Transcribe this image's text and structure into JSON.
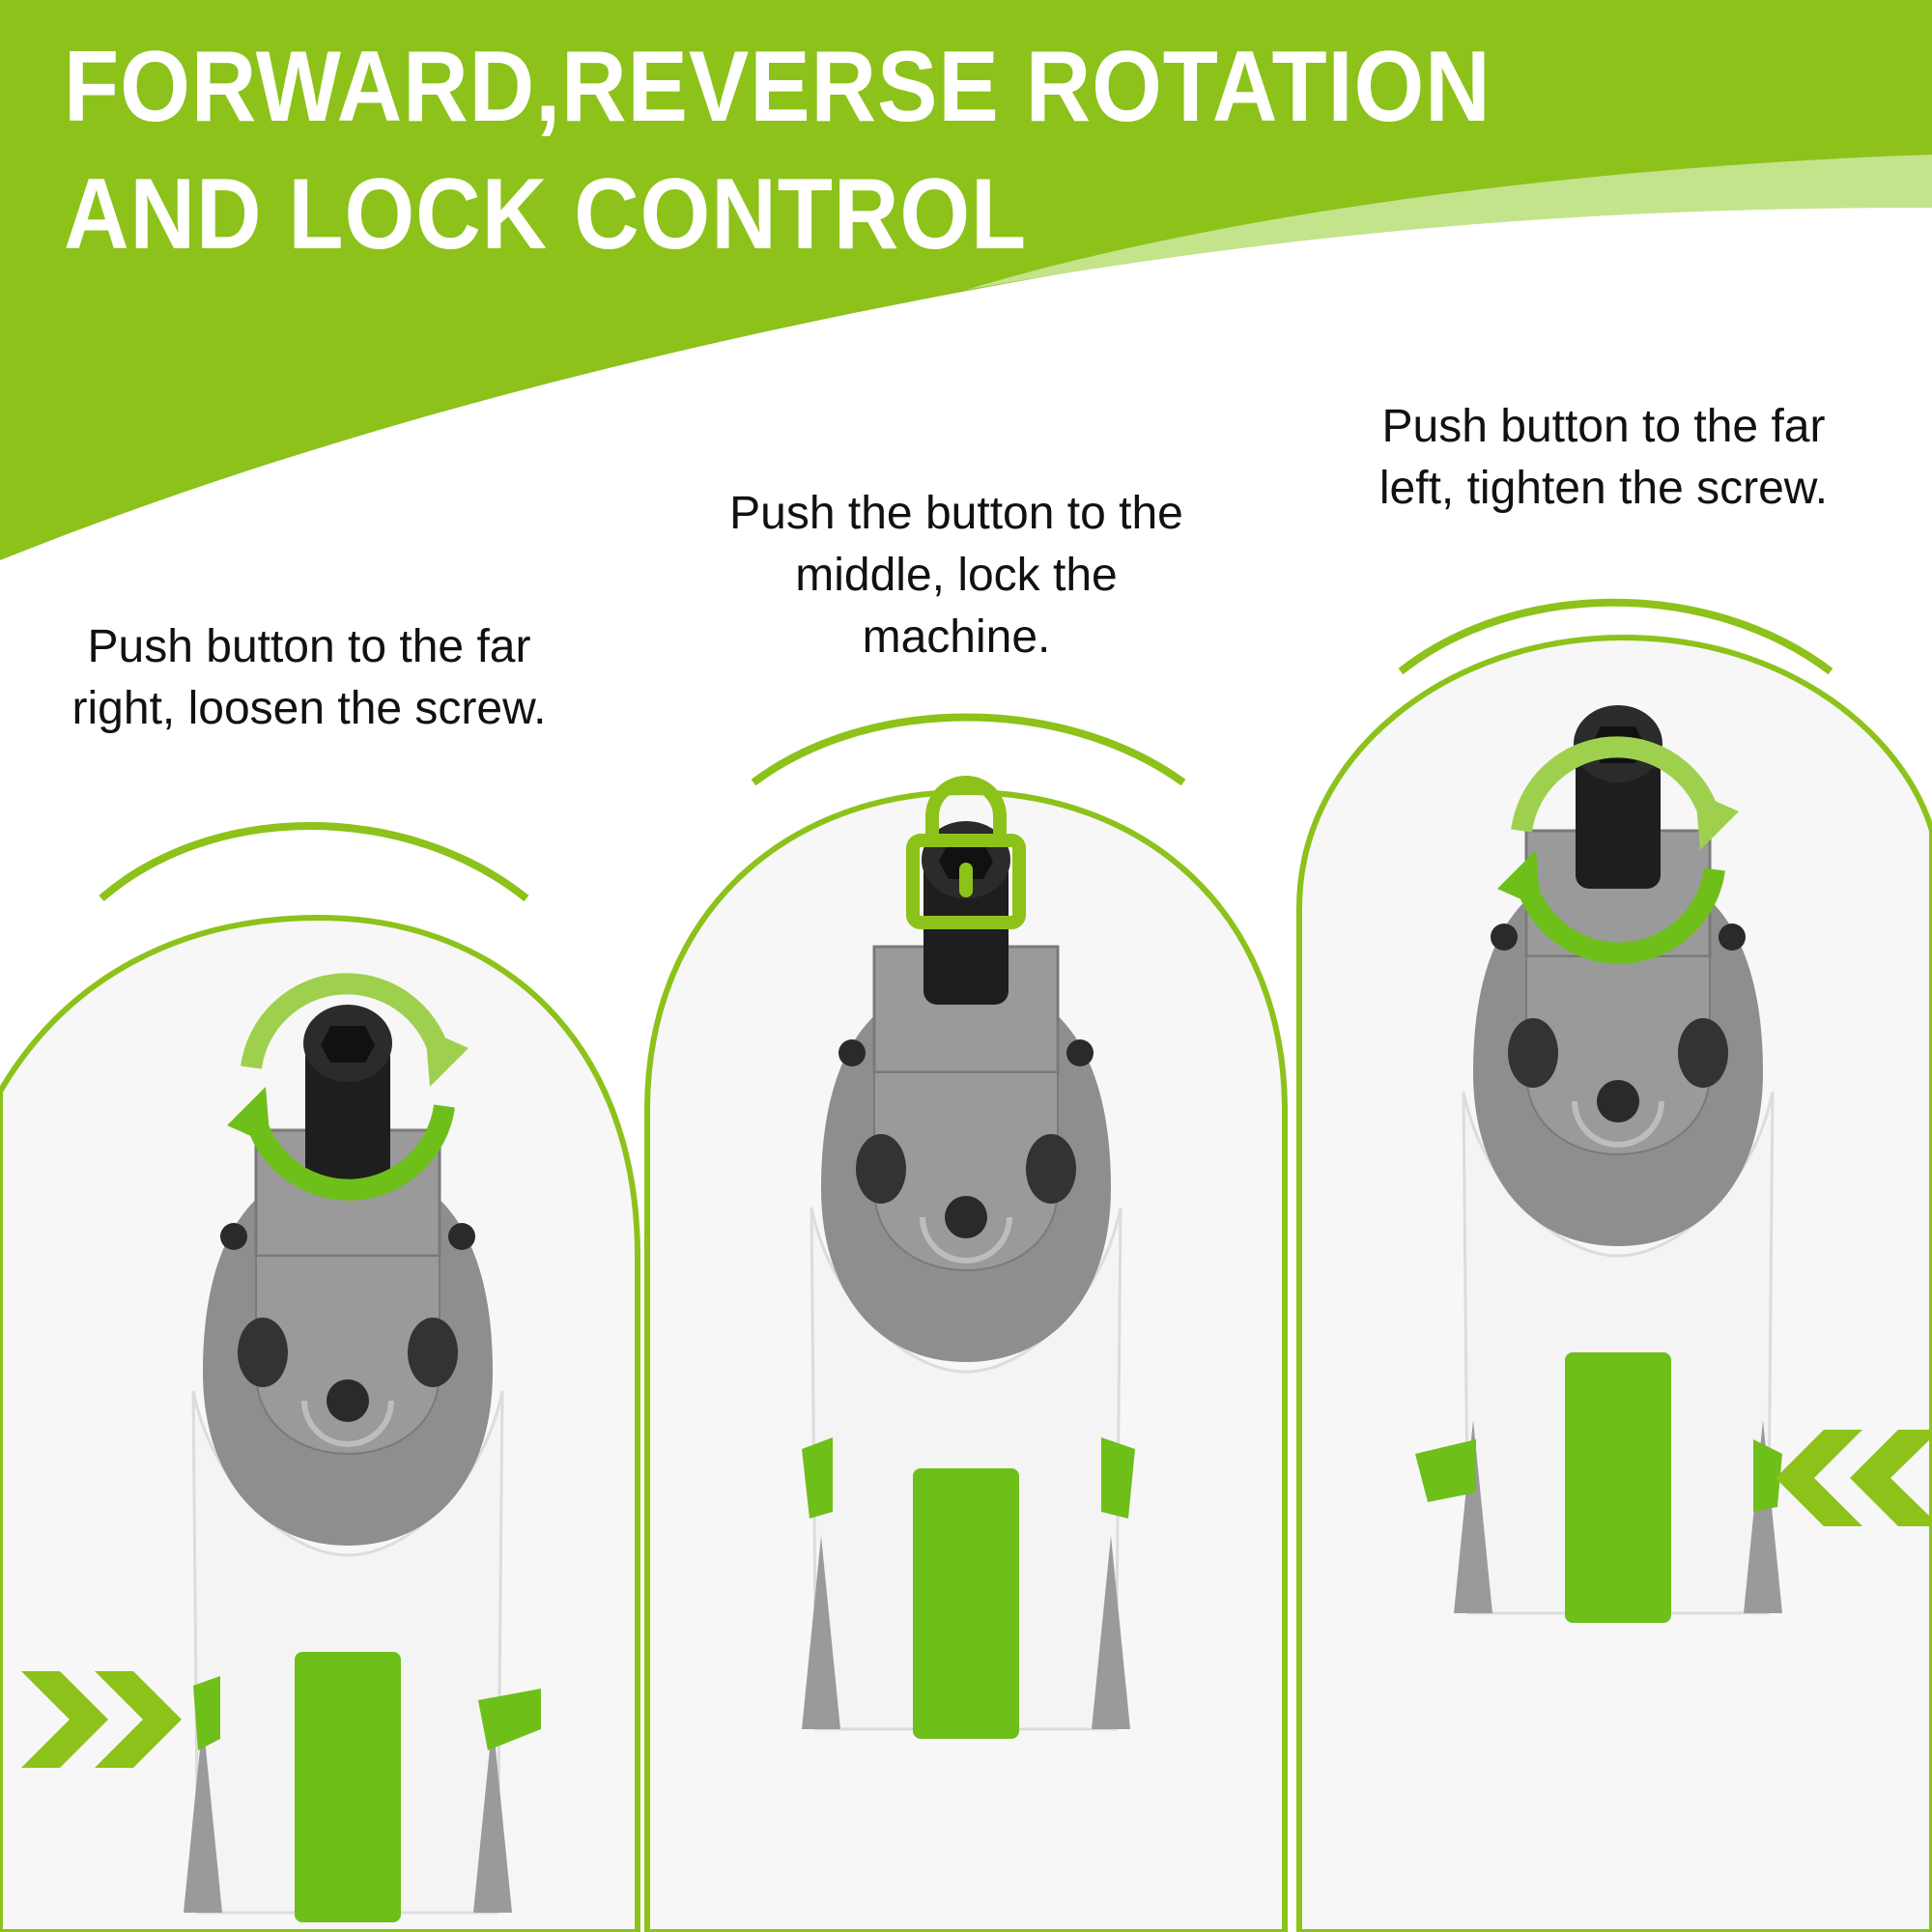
{
  "header": {
    "title_line_1": "FORWARD,REVERSE ROTATION",
    "title_line_2": "AND LOCK CONTROL"
  },
  "panels": [
    {
      "id": "far-right",
      "caption": "Push button to the far right, loosen the screw.",
      "icon": "rotation-arrows-icon",
      "direction": "right"
    },
    {
      "id": "middle",
      "caption": "Push the button to the middle, lock the machine.",
      "icon": "lock-icon",
      "direction": "none"
    },
    {
      "id": "far-left",
      "caption": "Push button to the far left, tighten the screw.",
      "icon": "rotation-arrows-icon",
      "direction": "left"
    }
  ],
  "colors": {
    "brand_green": "#8cc21a",
    "light_green": "#c3e48a",
    "tool_gray": "#8e8e8e",
    "tool_white": "#f4f4f4",
    "button_green": "#6ebf1a",
    "socket_black": "#1e1e1e"
  }
}
